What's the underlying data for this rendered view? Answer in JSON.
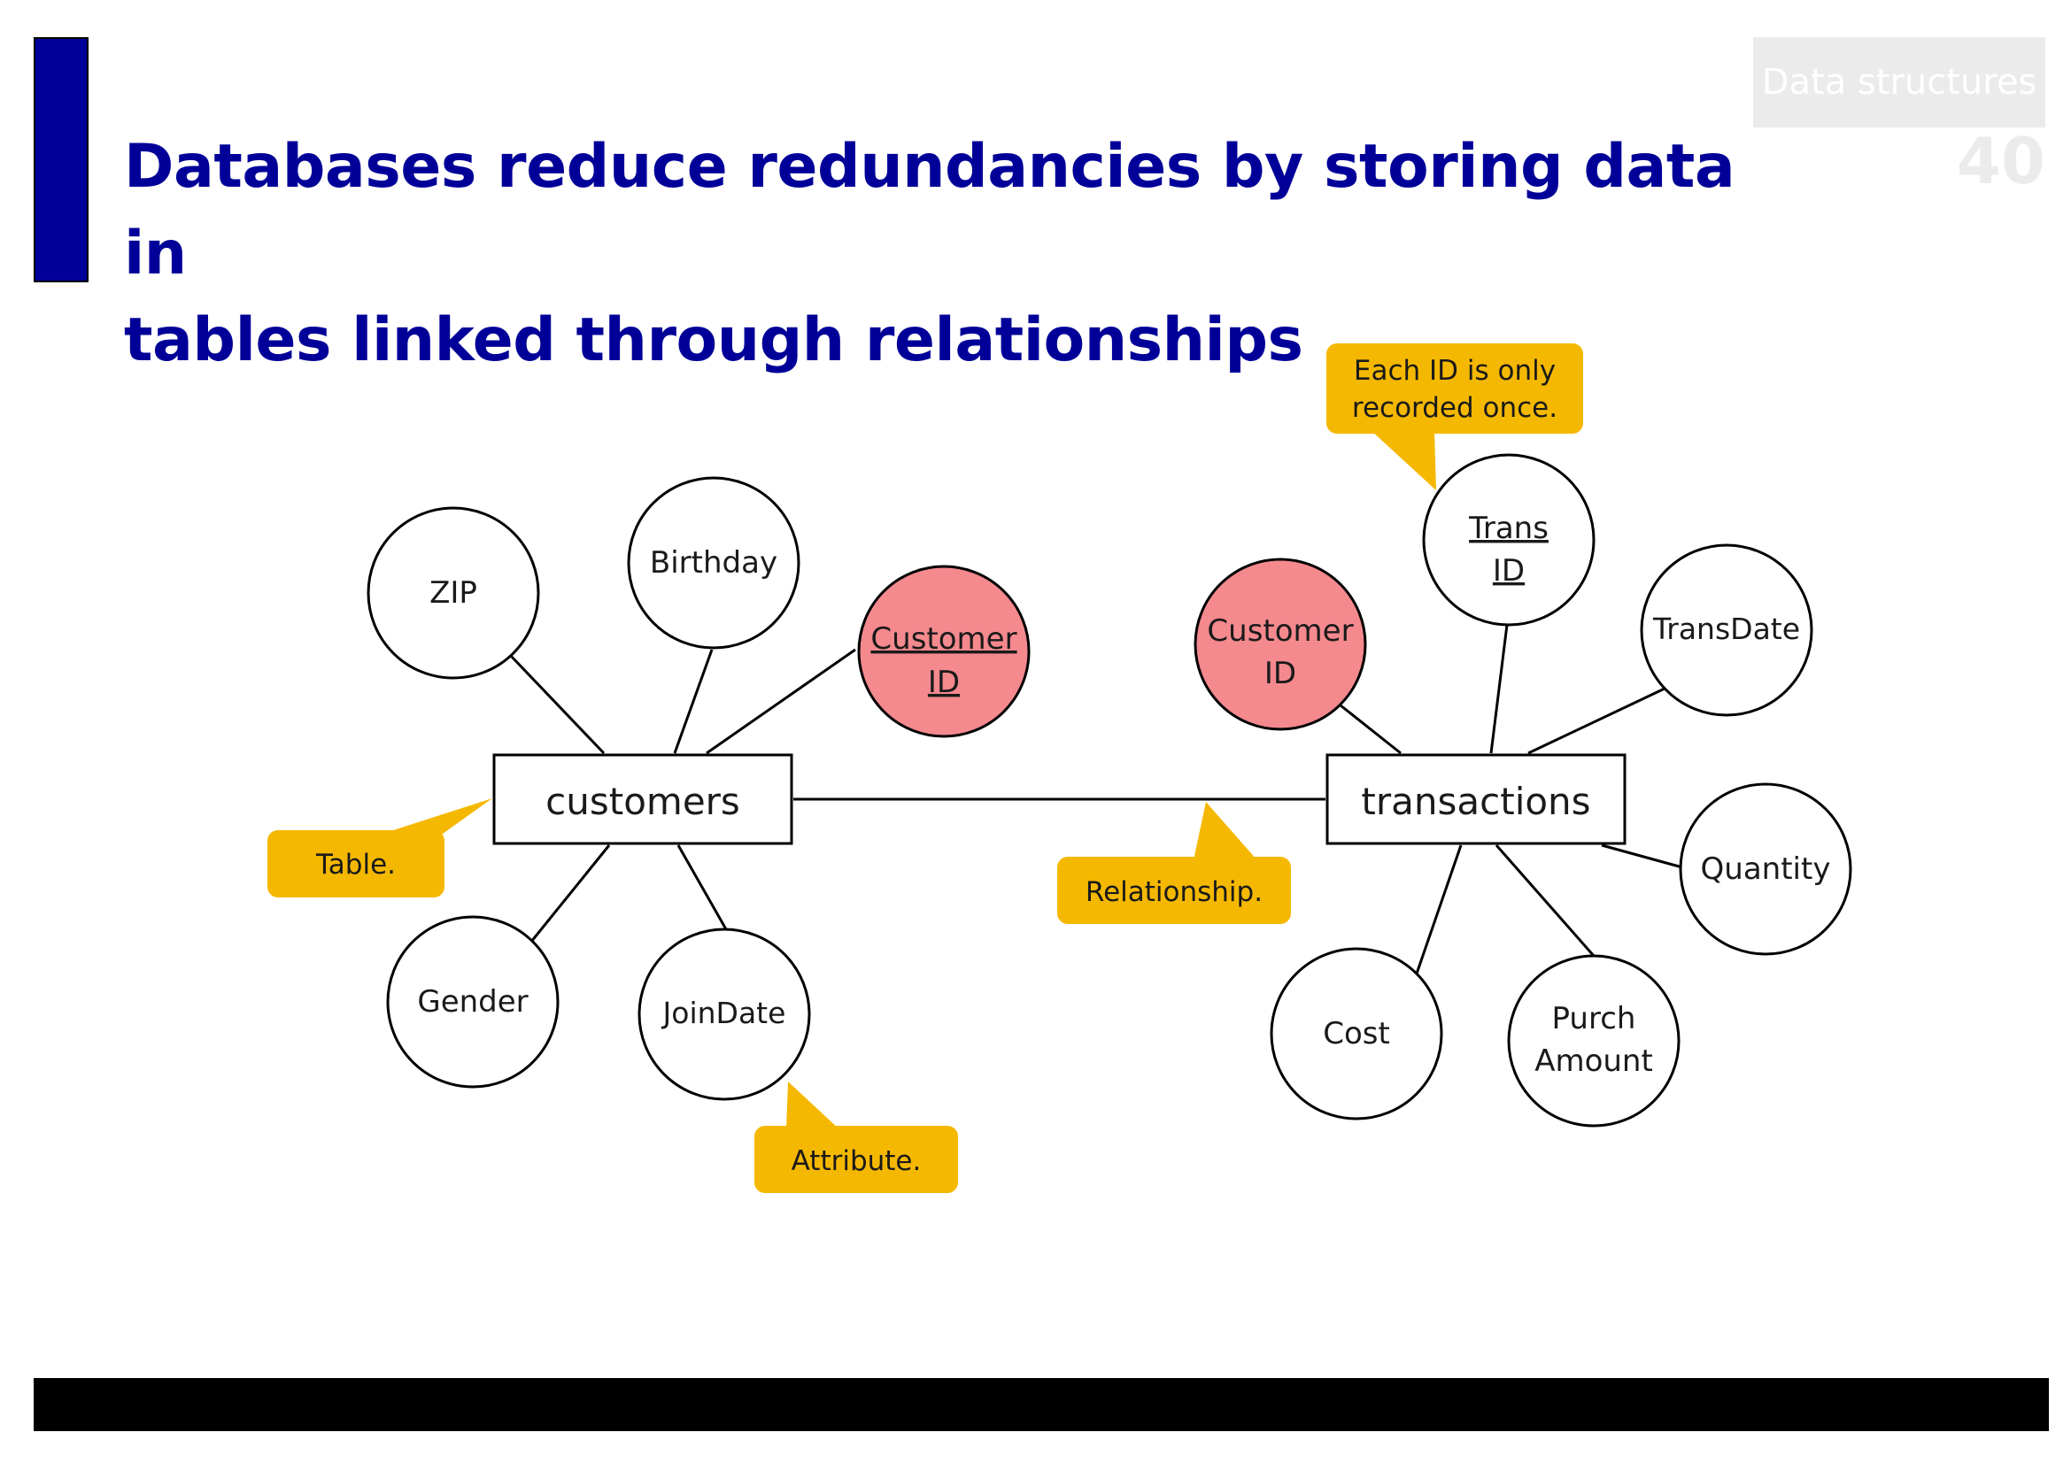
{
  "slide": {
    "title_line1": "Databases reduce redundancies by storing data in",
    "title_line2": "tables linked through relationships",
    "section": "Data structures",
    "page_number": "40"
  },
  "colors": {
    "title": "#000099",
    "callout": "#f5b800",
    "key_attribute": "#f4898e",
    "footer": "#000000"
  },
  "diagram": {
    "tables": {
      "customers": "customers",
      "transactions": "transactions"
    },
    "attributes": {
      "zip": "ZIP",
      "birthday": "Birthday",
      "customer_id_pk_line1": "Customer",
      "customer_id_pk_line2": "ID",
      "gender": "Gender",
      "joindate": "JoinDate",
      "customer_id_fk_line1": "Customer",
      "customer_id_fk_line2": "ID",
      "trans_id_line1": "Trans",
      "trans_id_line2": "ID",
      "transdate": "TransDate",
      "quantity": "Quantity",
      "cost": "Cost",
      "purch_amount_line1": "Purch",
      "purch_amount_line2": "Amount"
    },
    "callouts": {
      "table": "Table.",
      "relationship": "Relationship.",
      "attribute": "Attribute.",
      "id_note_line1": "Each ID is only",
      "id_note_line2": "recorded once."
    }
  }
}
